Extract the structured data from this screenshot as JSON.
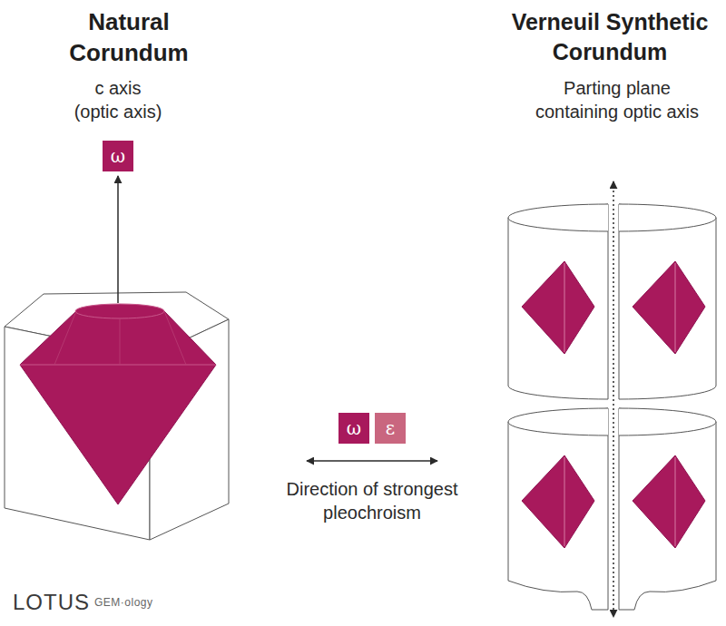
{
  "diagram": {
    "nodes": [
      {
        "text": [
          "ω"
        ]
      },
      {
        "text": [
          "ω"
        ]
      },
      {
        "text": [
          "ε"
        ]
      }
    ],
    "labels": [
      "Natural Corundum",
      "c axis (optic axis)",
      "Verneuil Synthetic Corundum",
      "Parting plane containing optic axis",
      "Direction of strongest pleochroism",
      "LOTUS",
      "GEM·ology"
    ]
  }
}
